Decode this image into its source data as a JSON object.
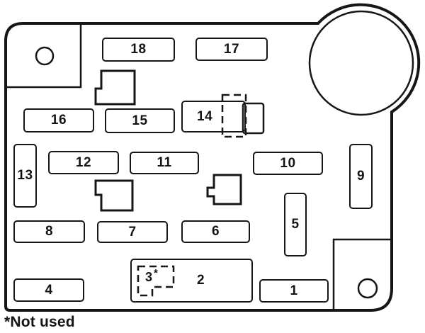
{
  "note": "*Not used",
  "fuses": [
    {
      "id": "1",
      "label": "1"
    },
    {
      "id": "2",
      "label": "2"
    },
    {
      "id": "3",
      "label": "3",
      "star": "*"
    },
    {
      "id": "4",
      "label": "4"
    },
    {
      "id": "5",
      "label": "5"
    },
    {
      "id": "6",
      "label": "6"
    },
    {
      "id": "7",
      "label": "7"
    },
    {
      "id": "8",
      "label": "8"
    },
    {
      "id": "9",
      "label": "9"
    },
    {
      "id": "10",
      "label": "10"
    },
    {
      "id": "11",
      "label": "11"
    },
    {
      "id": "12",
      "label": "12"
    },
    {
      "id": "13",
      "label": "13"
    },
    {
      "id": "14",
      "label": "14"
    },
    {
      "id": "15",
      "label": "15"
    },
    {
      "id": "16",
      "label": "16"
    },
    {
      "id": "17",
      "label": "17"
    },
    {
      "id": "18",
      "label": "18"
    }
  ],
  "colors": {
    "line": "#161616",
    "background": "#ffffff",
    "text": "#141414"
  }
}
